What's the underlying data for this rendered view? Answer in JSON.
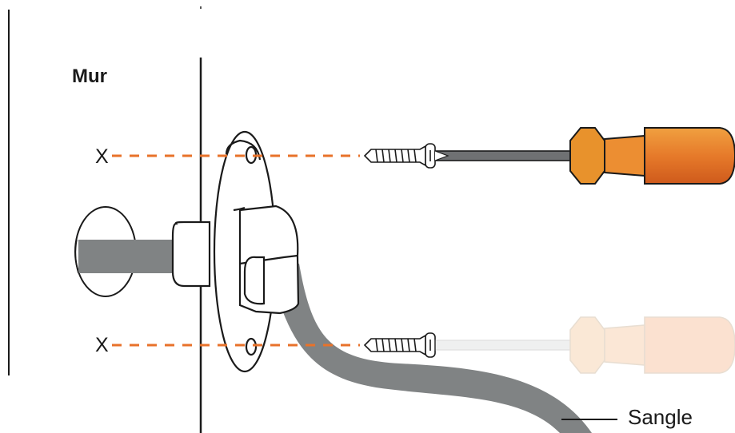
{
  "labels": {
    "wall": "Mur",
    "mark_top": "X",
    "mark_bottom": "X",
    "strap": "Sangle"
  },
  "colors": {
    "outline": "#1a1a1a",
    "strap": "#808384",
    "drill_line": "#e8722a",
    "screwdriver_handle": "#e07a2e",
    "screwdriver_handle_dark": "#d9601f",
    "screwdriver_shaft": "#6f7173"
  },
  "icons": {
    "bracket": "wall-anchor-bracket-icon",
    "screw": "screw-icon",
    "screwdriver": "screwdriver-icon"
  }
}
